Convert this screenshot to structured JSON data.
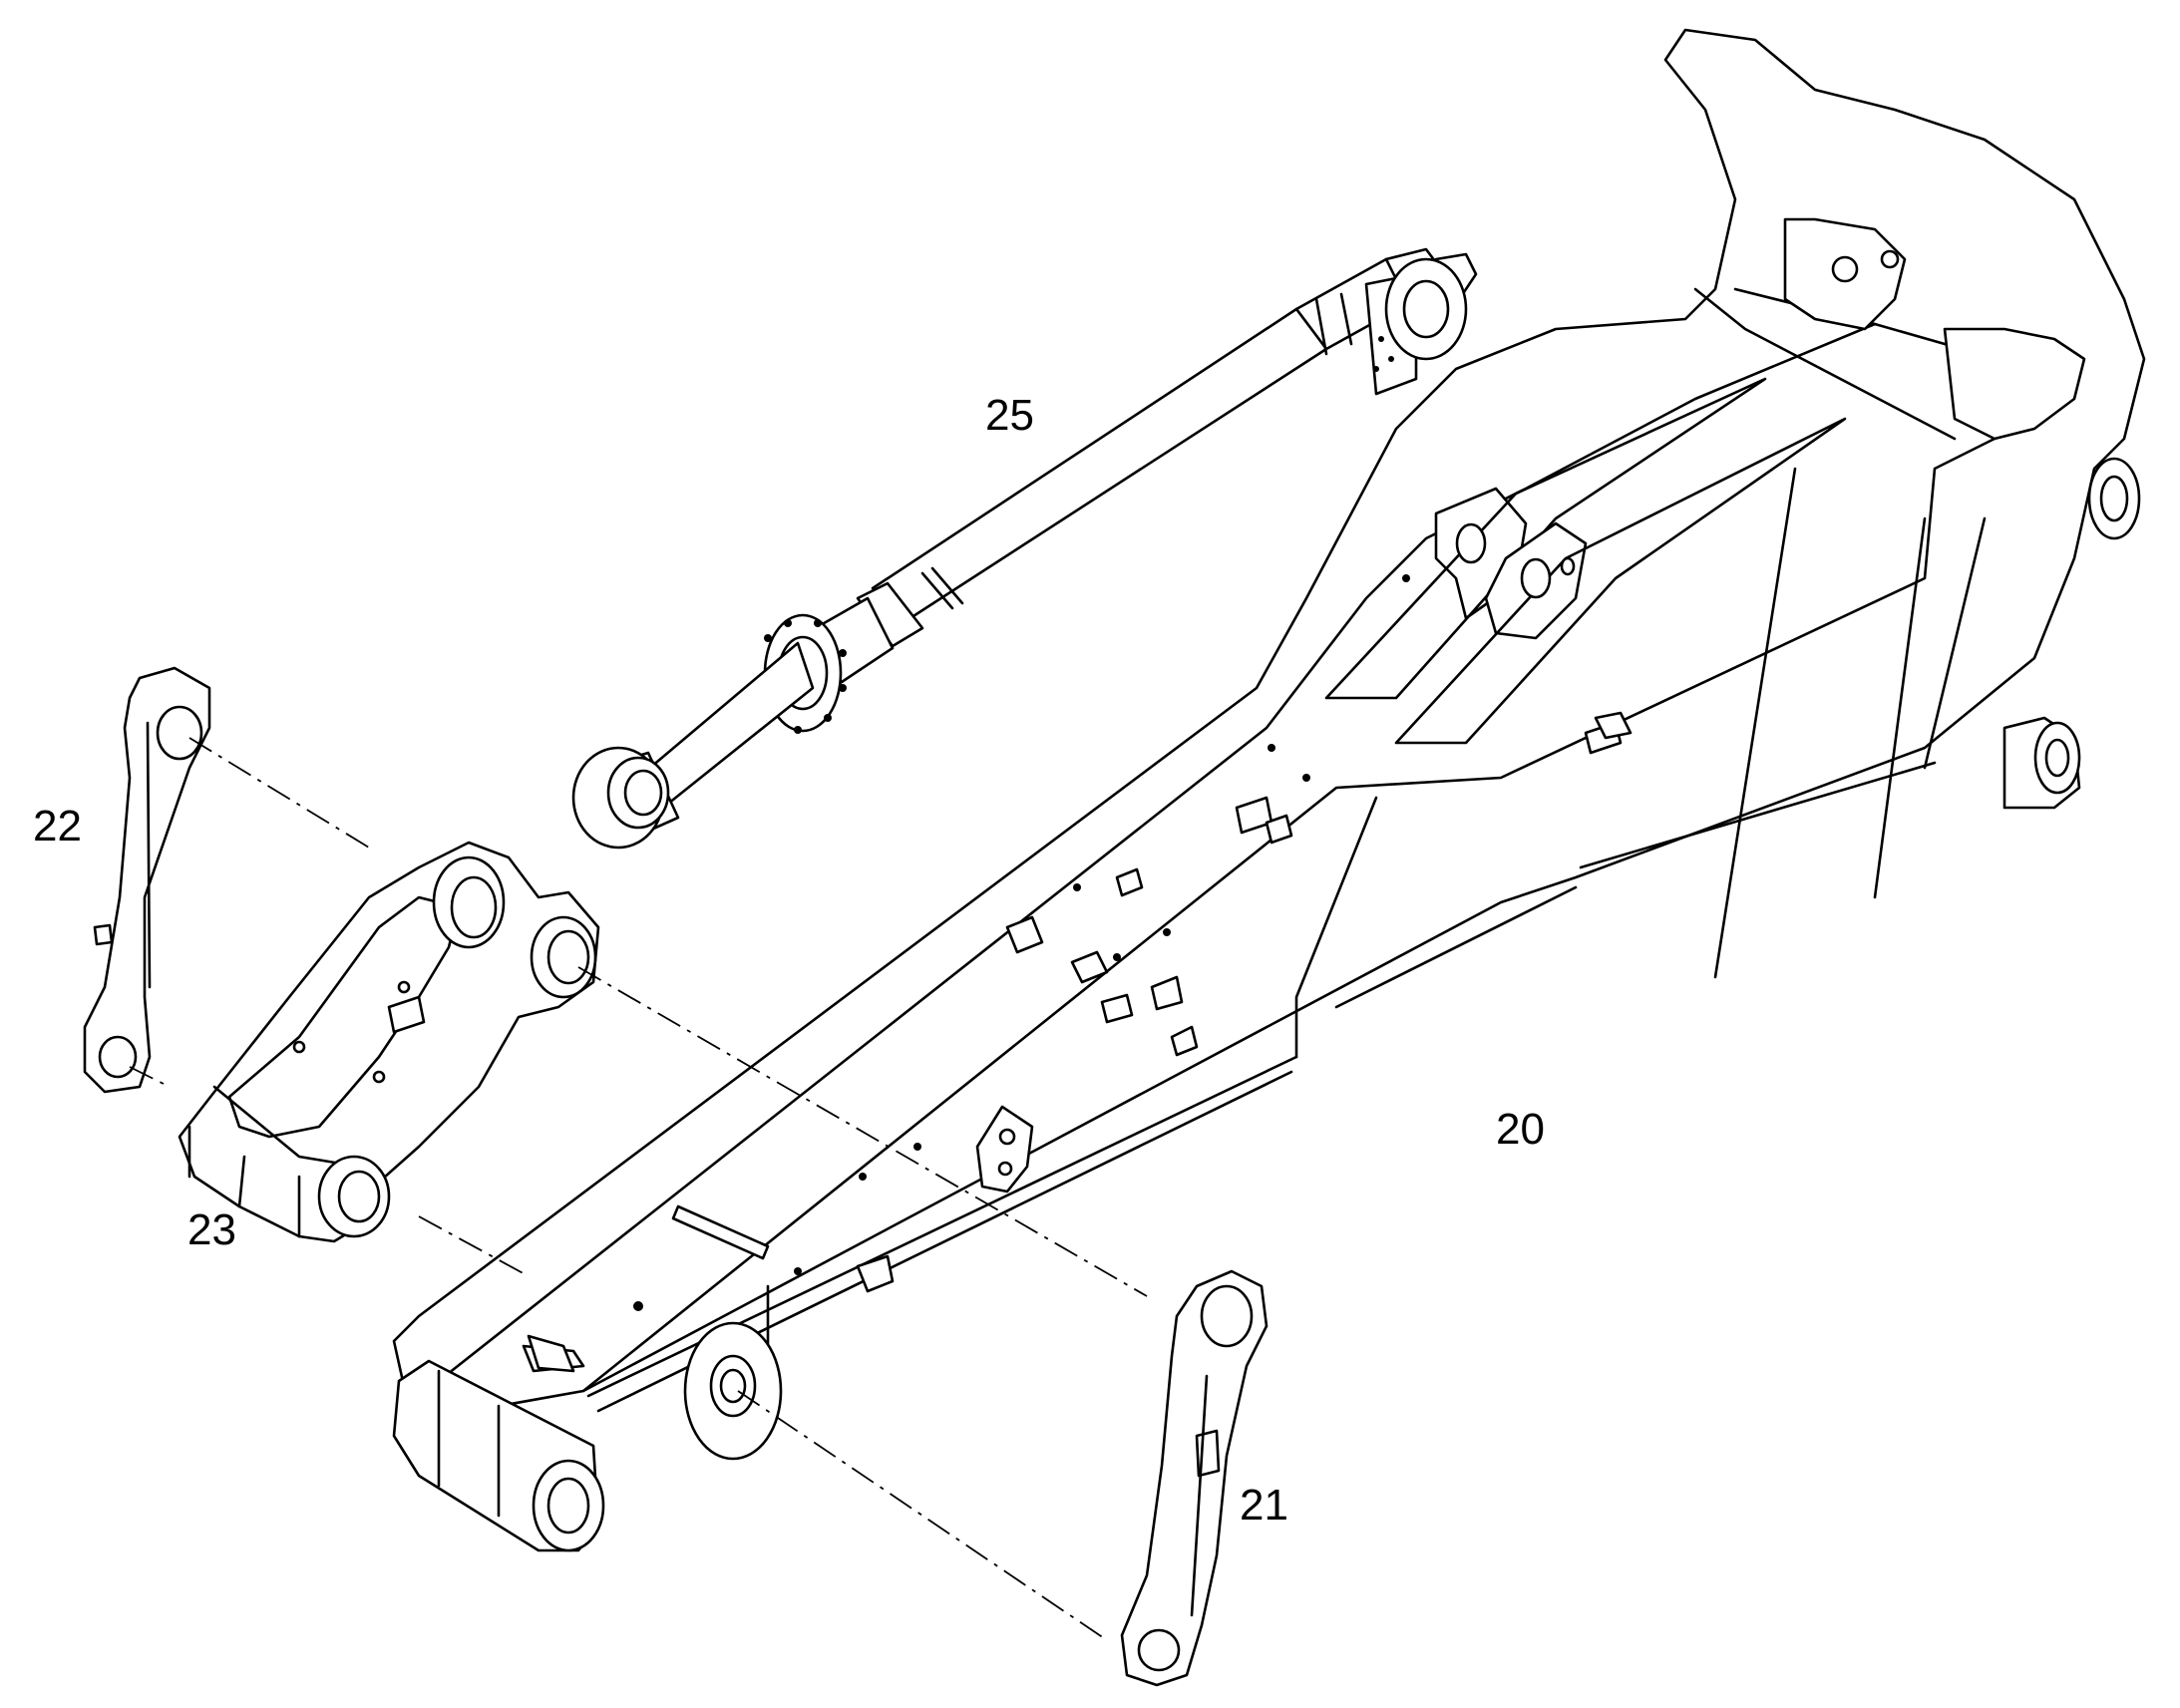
{
  "callouts": {
    "boom": "20",
    "link_right": "21",
    "link_left": "22",
    "rocker_link": "23",
    "cylinder": "25"
  }
}
